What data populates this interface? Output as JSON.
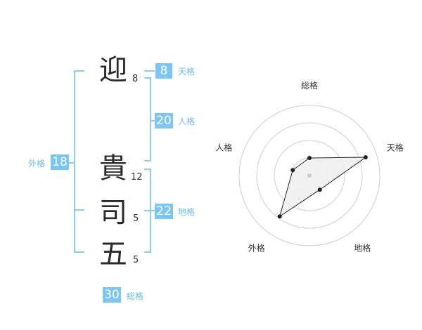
{
  "name_chars": [
    {
      "char": "迎",
      "strokes": "8"
    },
    {
      "char": "貴",
      "strokes": "12"
    },
    {
      "char": "司",
      "strokes": "5"
    },
    {
      "char": "五",
      "strokes": "5"
    }
  ],
  "scores": {
    "tenkaku": {
      "value": "8",
      "label": "天格"
    },
    "jinkaku": {
      "value": "20",
      "label": "人格"
    },
    "chikaku": {
      "value": "22",
      "label": "地格"
    },
    "gaikaku": {
      "value": "18",
      "label": "外格"
    },
    "soukaku": {
      "value": "30",
      "label": "総格"
    }
  },
  "chart_data": {
    "type": "radar",
    "axes": [
      "総格",
      "天格",
      "地格",
      "外格",
      "人格"
    ],
    "rings": 4,
    "values": [
      0.25,
      0.84,
      0.25,
      0.72,
      0.25
    ]
  },
  "colors": {
    "accent": "#7cc6f5",
    "line": "#8ccaf0",
    "polygon_fill": "#efefef"
  }
}
